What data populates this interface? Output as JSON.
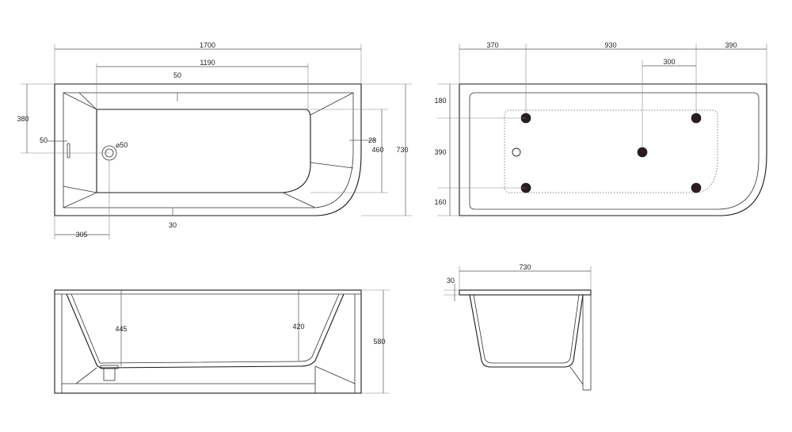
{
  "top_view": {
    "dims": {
      "overall_length": "1700",
      "inner_length": "1190",
      "top_gap": "50",
      "left_width": "380",
      "side_gap": "50",
      "drain_diameter": "⌀50",
      "right_gap": "28",
      "inner_width": "460",
      "overall_width": "730",
      "bottom_gap": "30",
      "drain_offset": "305"
    }
  },
  "underside_view": {
    "dims": {
      "left_segment": "370",
      "middle_segment": "930",
      "right_segment": "390",
      "center_leg_offset": "300",
      "top_margin": "180",
      "leg_spacing": "390",
      "bottom_margin": "160"
    }
  },
  "front_view": {
    "dims": {
      "left_depth": "445",
      "right_depth": "420",
      "overall_height": "580"
    }
  },
  "side_view": {
    "dims": {
      "width": "730",
      "rim_thickness": "30"
    }
  }
}
